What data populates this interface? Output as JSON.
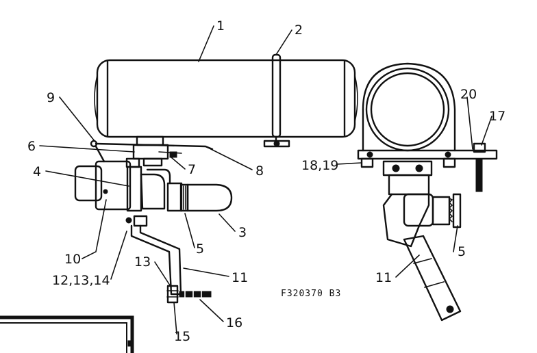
{
  "drawing_code": "F320370 B3",
  "callouts": {
    "c1": "1",
    "c2": "2",
    "c3": "3",
    "c4": "4",
    "c5a": "5",
    "c5b": "5",
    "c6": "6",
    "c7": "7",
    "c8": "8",
    "c9": "9",
    "c10": "10",
    "c11a": "11",
    "c11b": "11",
    "c12": "12,13,14",
    "c13": "13",
    "c15": "15",
    "c16": "16",
    "c17": "17",
    "c18": "18,19",
    "c20": "20"
  }
}
